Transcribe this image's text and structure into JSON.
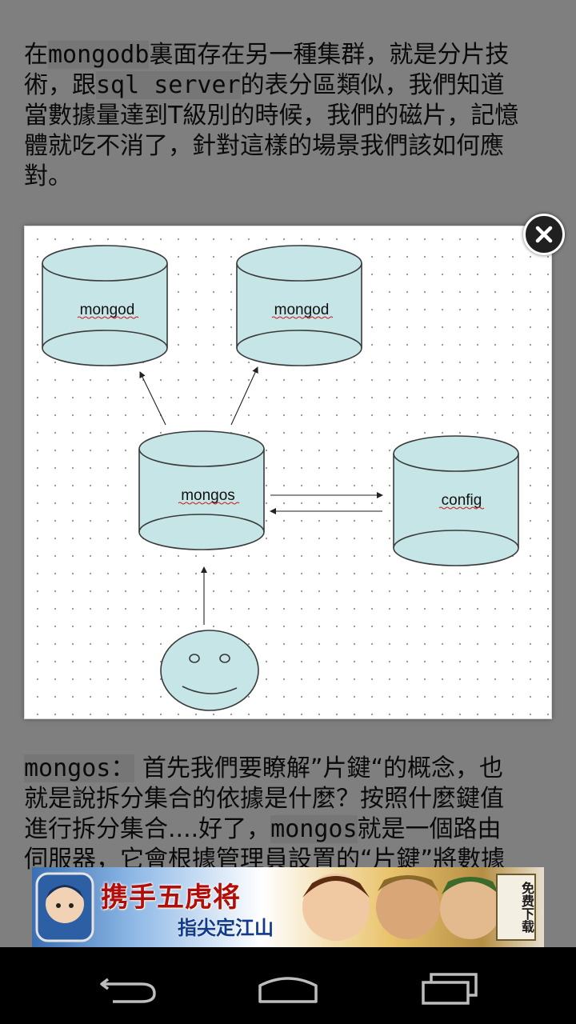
{
  "article": {
    "para1_line1_a": "在",
    "para1_line1_code": "mongodb",
    "para1_line1_b": "裏面存在另一種集群，就是分片技",
    "para1_line2_a": "術，跟",
    "para1_line2_code": "sql server",
    "para1_line2_b": "的表分區類似，我們知道",
    "para1_line3": "當數據量達到T級別的時候，我們的磁片，記憶",
    "para1_line4": "體就吃不消了，針對這樣的場景我們該如何應",
    "para1_line5": "對。",
    "para2_code": "mongos：",
    "para2_line1_b": "首先我們要瞭解”片鍵“的概念，也",
    "para2_line2": "就是說拆分集合的依據是什麼？按照什麼鍵值",
    "para2_line3_a": "進行拆分集合....好了，",
    "para2_line3_code": "mongos",
    "para2_line3_b": "就是一個路由",
    "para2_line4": "伺服器，它會根據管理員設置的“片鍵”將數據"
  },
  "diagram": {
    "node_mongod_1": "mongod",
    "node_mongod_2": "mongod",
    "node_mongos": "mongos",
    "node_config": "config",
    "fill_color": "#c6e5e6",
    "stroke_color": "#3a3a3a"
  },
  "overlay": {
    "close_icon": "close-icon"
  },
  "ad": {
    "title": "携手五虎将",
    "subtitle": "指尖定江山",
    "badge": "免费下载"
  },
  "navbar": {
    "back_icon": "back-icon",
    "home_icon": "home-icon",
    "recents_icon": "recents-icon"
  }
}
